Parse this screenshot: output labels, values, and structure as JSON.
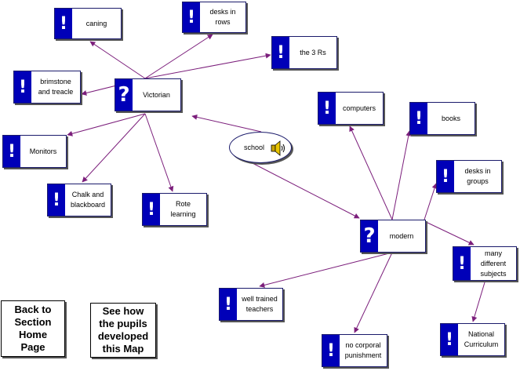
{
  "colors": {
    "link": "#7b1e7b",
    "tab": "#0000b8",
    "border": "#1b1b6b"
  },
  "center": {
    "label": "school",
    "icon": "speaker-icon"
  },
  "nodes": {
    "victorian": {
      "label": "Victorian",
      "icon": "question-icon"
    },
    "modern": {
      "label": "modern",
      "icon": "question-icon"
    },
    "caning": {
      "label": "caning",
      "icon": "exclamation-icon"
    },
    "desks_rows": {
      "label": "desks in rows",
      "icon": "exclamation-icon"
    },
    "three_rs": {
      "label": "the 3 Rs",
      "icon": "exclamation-icon"
    },
    "brimstone": {
      "label": "brimstone and treacle",
      "icon": "exclamation-icon"
    },
    "monitors": {
      "label": "Monitors",
      "icon": "exclamation-icon"
    },
    "chalk": {
      "label": "Chalk and blackboard",
      "icon": "exclamation-icon"
    },
    "rote": {
      "label": "Rote learning",
      "icon": "exclamation-icon"
    },
    "computers": {
      "label": "computers",
      "icon": "exclamation-icon"
    },
    "books": {
      "label": "books",
      "icon": "exclamation-icon"
    },
    "desks_groups": {
      "label": "desks in groups",
      "icon": "exclamation-icon"
    },
    "subjects": {
      "label": "many different subjects",
      "icon": "exclamation-icon"
    },
    "curriculum": {
      "label": "National Curriculum",
      "icon": "exclamation-icon"
    },
    "teachers": {
      "label": "well trained teachers",
      "icon": "exclamation-icon"
    },
    "no_corporal": {
      "label": "no corporal punishment",
      "icon": "exclamation-icon"
    }
  },
  "buttons": {
    "back": "Back to Section Home Page",
    "see_how": "See how the pupils developed this Map"
  }
}
